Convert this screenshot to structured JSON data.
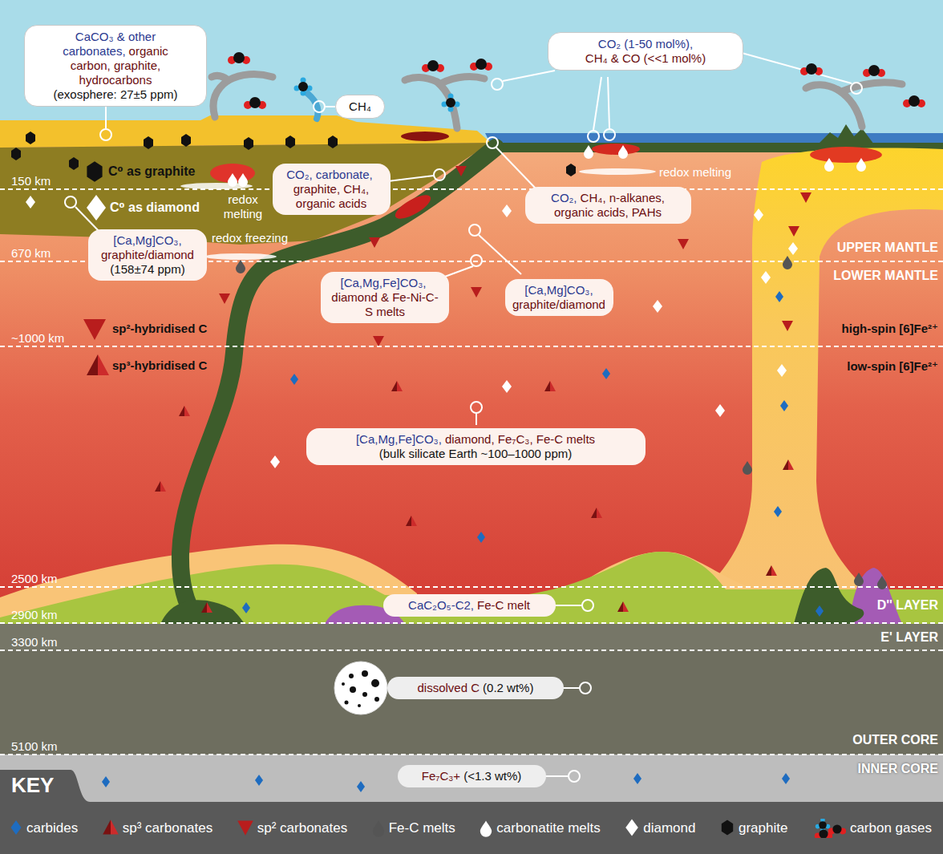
{
  "diagram": {
    "nodes": [
      {
        "text": [
          "CaCO₃ & other carbonates,",
          "organic carbon, graphite, hydrocarbons",
          "(exosphere: 27±5 ppm)"
        ]
      },
      {
        "text": [
          "CH₄"
        ]
      },
      {
        "text": [
          "CO₂ (1-50 mol%),",
          "CH₄ & CO (<<1 mol%)"
        ]
      },
      {
        "text": [
          "CO₂, carbonate,",
          "graphite, CH₄, organic acids"
        ]
      },
      {
        "text": [
          "CO₂,",
          "CH₄, n-alkanes, organic acids, PAHs"
        ]
      },
      {
        "text": [
          "[Ca,Mg]CO₃,",
          "graphite/diamond",
          "(158±74 ppm)"
        ]
      },
      {
        "text": [
          "[Ca,Mg,Fe]CO₃,",
          "diamond & Fe-Ni-C-S melts"
        ]
      },
      {
        "text": [
          "[Ca,Mg]CO₃,",
          "graphite/diamond"
        ]
      },
      {
        "text": [
          "[Ca,Mg,Fe]CO₃,",
          "diamond, Fe₇C₃, Fe-C melts",
          "(bulk silicate Earth ~100–1000 ppm)"
        ]
      },
      {
        "text": [
          "CaC₂O₅-C2,",
          "Fe-C melt"
        ]
      },
      {
        "text": [
          "dissolved C",
          "(0.2 wt%)"
        ]
      },
      {
        "text": [
          "Fe₇C₃+",
          "(<1.3 wt%)"
        ]
      }
    ],
    "labels": [
      "150 km",
      "670 km",
      "~1000 km",
      "2500 km",
      "2900 km",
      "3300 km",
      "5100 km",
      "C⁰ as graphite",
      "C⁰ as diamond",
      "sp²-hybridised C",
      "sp³-hybridised C",
      "redox melting",
      "redox freezing",
      "redox melting",
      "UPPER MANTLE",
      "LOWER MANTLE",
      "high-spin [6]Fe²⁺",
      "low-spin [6]Fe²⁺",
      "D'' LAYER",
      "E' LAYER",
      "OUTER CORE",
      "INNER CORE",
      "KEY"
    ],
    "legend": [
      {
        "text": "carbides"
      },
      {
        "text": "sp³ carbonates"
      },
      {
        "text": "sp² carbonates"
      },
      {
        "text": "Fe-C melts"
      },
      {
        "text": "carbonatite melts"
      },
      {
        "text": "diamond"
      },
      {
        "text": "graphite"
      },
      {
        "text": "carbon gases"
      }
    ]
  }
}
